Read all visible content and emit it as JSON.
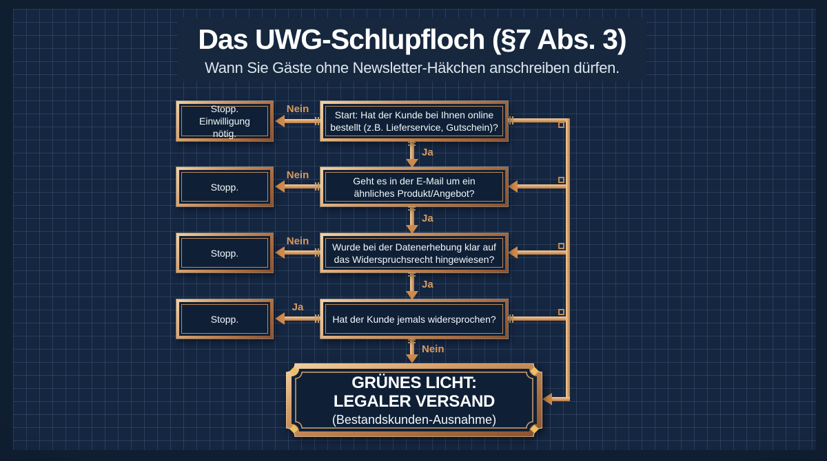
{
  "title": "Das UWG-Schlupfloch (§7 Abs. 3)",
  "subtitle": "Wann Sie Gäste ohne Newsletter-Häkchen anschreiben dürfen.",
  "colors": {
    "background": "#152640",
    "grid_line": "#3c5a7d",
    "copper": "#c98c55",
    "copper_light": "#f2d2a2",
    "copper_dark": "#8a5130",
    "gold_accent": "#ecbf63",
    "branch_label": "#d79a62",
    "box_fill": "#0f2036",
    "text": "#f2f6fa"
  },
  "flow": {
    "steps": [
      {
        "question": "Start: Hat der Kunde bei Ihnen online\nbestellt (z.B. Lieferservice, Gutschein)?",
        "stop": "Stopp.\nEinwilligung nötig.",
        "left_label": "Nein",
        "down_label": "Ja"
      },
      {
        "question": "Geht es in der E-Mail um ein\nähnliches Produkt/Angebot?",
        "stop": "Stopp.",
        "left_label": "Nein",
        "down_label": "Ja"
      },
      {
        "question": "Wurde bei der Datenerhebung klar auf\ndas Widerspruchsrecht hingewiesen?",
        "stop": "Stopp.",
        "left_label": "Nein",
        "down_label": "Ja"
      },
      {
        "question": "Hat der Kunde jemals widersprochen?",
        "stop": "Stopp.",
        "left_label": "Ja",
        "down_label": "Nein"
      }
    ],
    "result": {
      "line1": "GRÜNES LICHT:",
      "line2": "LEGALER VERSAND",
      "line3": "(Bestandskunden-Ausnahme)"
    }
  }
}
